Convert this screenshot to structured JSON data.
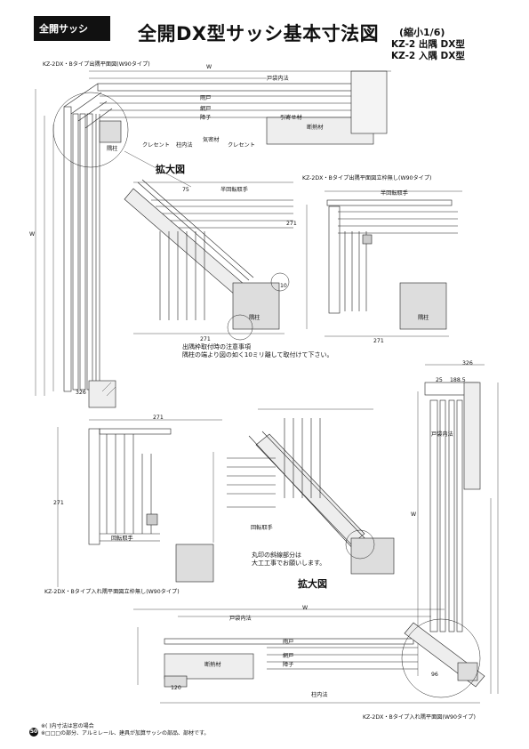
{
  "header": {
    "tag": "全開サッシ",
    "title": "全開DX型サッシ基本寸法図",
    "scale": "(縮小1/6)",
    "models": [
      "KZ-2 出隅 DX型",
      "KZ-2 入隅 DX型"
    ]
  },
  "captions": {
    "outer_plan": "KZ-2DX・Bタイプ出隅平面図(W90タイプ)",
    "outer_frame_none": "KZ-2DX・Bタイプ出隅平面図立枠無し(W90タイプ)",
    "inner_frame_none": "KZ-2DX・Bタイプ入れ隅平面図立枠無し(W90タイプ)",
    "inner_plan": "KZ-2DX・Bタイプ入れ隅平面図(W90タイプ)"
  },
  "labels": {
    "enlarge_1": "拡大図",
    "enlarge_2": "拡大図",
    "shinbashira": "隅柱",
    "crescent": "クレセント",
    "pillar_inner": "柱内法",
    "airtight": "気密材",
    "sash_inner": "戸袋内法",
    "hinge_handle": "回転取手",
    "half_handle": "半回転取手",
    "amido": "網戸",
    "shoji": "障子",
    "amado": "雨戸",
    "heat_insul": "断熱材",
    "kanamono": "引寄せ材"
  },
  "notes": {
    "attach_title": "出隅枠取付時の注意事項",
    "attach_body": "隅柱の端より図の如く10ミリ離して取付けて下さい。",
    "diag_1": "丸印の斜線部分は",
    "diag_2": "大工工事でお願いします。"
  },
  "dims": {
    "w": "W",
    "d271": "271",
    "d326": "326",
    "d188": "188.5",
    "d120": "120",
    "d75": "75",
    "d25": "25",
    "d96": "96",
    "d10": "10"
  },
  "footer": {
    "page": "50",
    "note1": "※( )内寸法は窓の場合",
    "note2": "※□□□の部分、アルミレール、建具が加算サッシの部品、部材です。"
  }
}
